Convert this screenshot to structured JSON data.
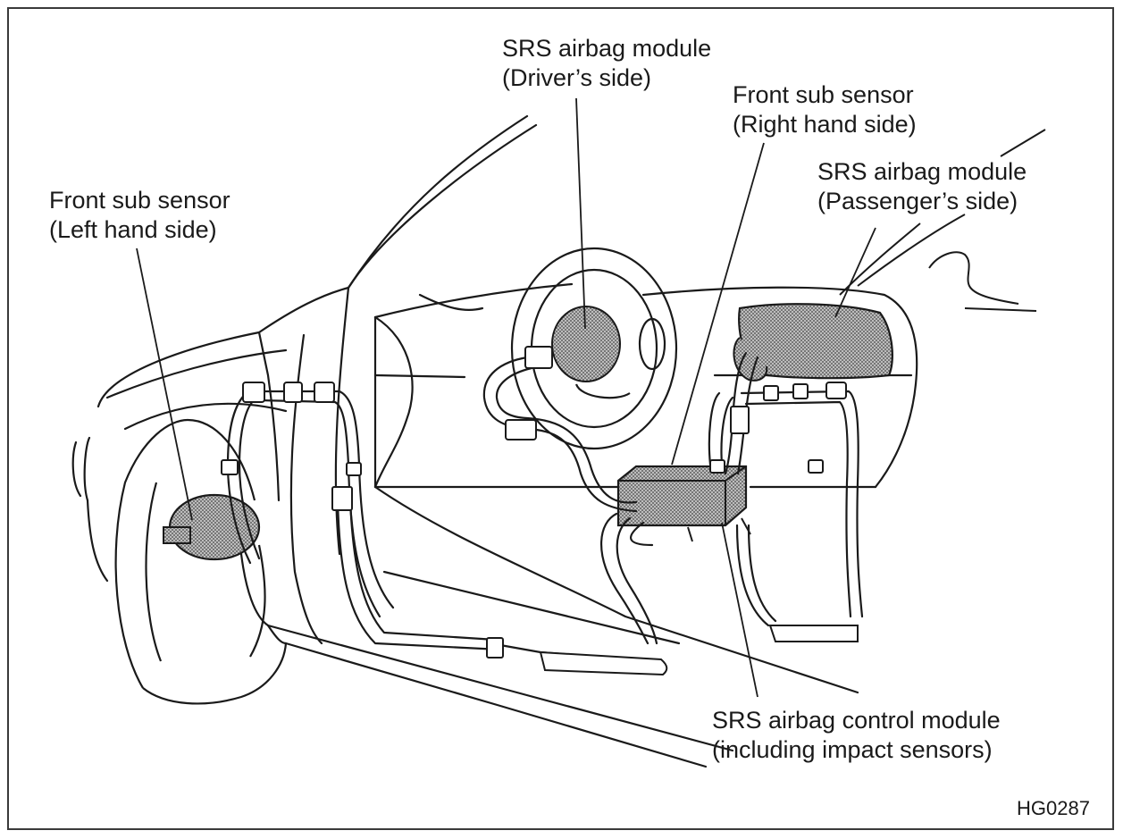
{
  "labels": {
    "driver_module": {
      "line1": "SRS airbag module",
      "line2": "(Driver’s side)"
    },
    "front_sub_sensor_right": {
      "line1": "Front sub sensor",
      "line2": "(Right hand side)"
    },
    "passenger_module": {
      "line1": "SRS airbag module",
      "line2": "(Passenger’s side)"
    },
    "front_sub_sensor_left": {
      "line1": "Front sub sensor",
      "line2": "(Left hand side)"
    },
    "control_module": {
      "line1": "SRS airbag control module",
      "line2": "(including impact sensors)"
    },
    "figure_code": "HG0287"
  },
  "colors": {
    "line": "#1a1a1a",
    "component_fill": "#9a9a9a",
    "frame": "#3a3a3a",
    "background": "#ffffff"
  }
}
